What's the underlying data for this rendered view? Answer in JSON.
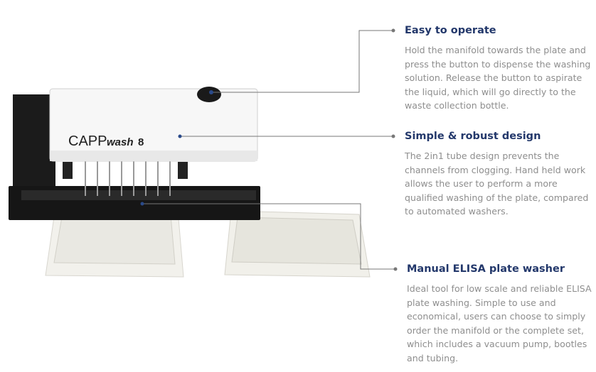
{
  "product": {
    "logo_brand": "CAPP",
    "logo_model": "wash",
    "logo_number": "8"
  },
  "features": [
    {
      "title": "Easy to operate",
      "description": "Hold the manifold towards the plate and press the button to dispense the washing solution. Release the button to aspirate the liquid, which will go directly to the waste collection bottle."
    },
    {
      "title": "Simple & robust design",
      "description": "The 2in1 tube design prevents the channels from clogging. Hand held work allows the user to perform a more qualified washing of the plate, compared to automated washers."
    },
    {
      "title": "Manual ELISA plate washer",
      "description": "Ideal tool for low scale and reliable ELISA plate washing. Simple to use and economical, users can choose to simply order the manifold or the complete set, which includes a vacuum pump, bootles and tubing."
    }
  ],
  "colors": {
    "heading": "#23386b",
    "body_text": "#8e8e8e",
    "connector": "#777777"
  }
}
